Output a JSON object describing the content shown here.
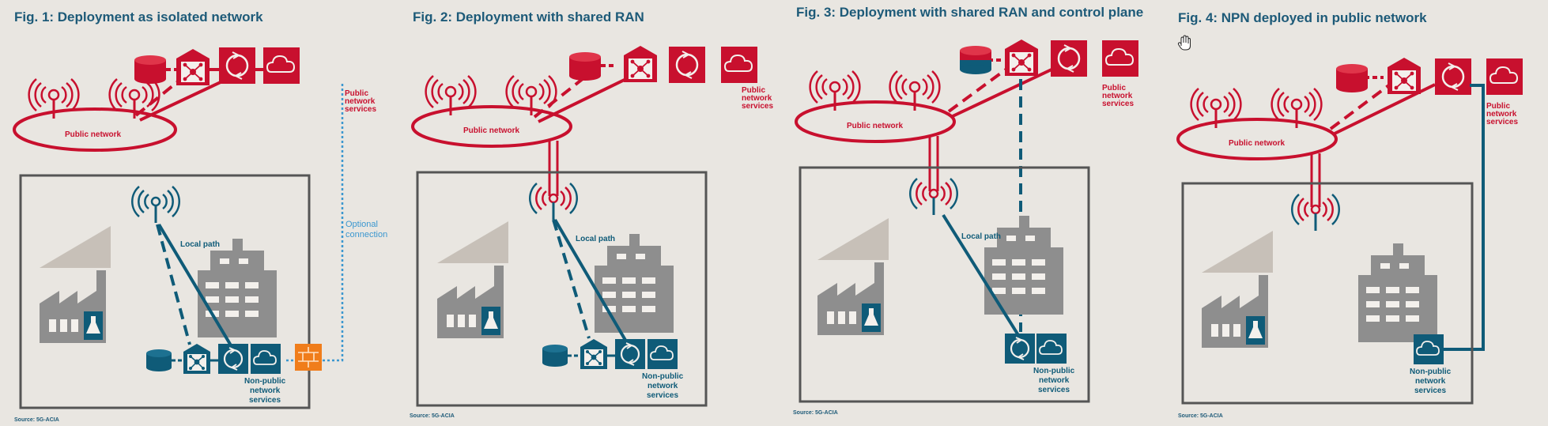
{
  "figures": [
    {
      "title": "Fig. 1: Deployment as isolated network",
      "public_network": "Public network",
      "public_services": [
        "Public",
        "network",
        "services"
      ],
      "local_path": "Local path",
      "optional_connection": [
        "Optional",
        "connection"
      ],
      "npn_services": [
        "Non-public",
        "network",
        "services"
      ],
      "source": "Source: 5G-ACIA"
    },
    {
      "title": "Fig. 2: Deployment with shared RAN",
      "public_network": "Public network",
      "public_services": [
        "Public",
        "network",
        "services"
      ],
      "local_path": "Local path",
      "npn_services": [
        "Non-public",
        "network",
        "services"
      ],
      "source": "Source: 5G-ACIA"
    },
    {
      "title": "Fig. 3: Deployment with shared RAN and control plane",
      "public_network": "Public network",
      "public_services": [
        "Public",
        "network",
        "services"
      ],
      "local_path": "Local path",
      "npn_services": [
        "Non-public",
        "network",
        "services"
      ],
      "source": "Source: 5G-ACIA"
    },
    {
      "title": "Fig. 4: NPN deployed in public network",
      "public_network": "Public network",
      "public_services": [
        "Public",
        "network",
        "services"
      ],
      "npn_services": [
        "Non-public",
        "network",
        "services"
      ],
      "source": "Source: 5G-ACIA"
    }
  ],
  "icons": [
    "antenna-icon",
    "database-icon",
    "network-function-icon",
    "user-plane-icon",
    "cloud-icon",
    "factory-icon",
    "office-building-icon",
    "firewall-icon",
    "hand-cursor-icon"
  ],
  "colors": {
    "public": "#c8102e",
    "non_public": "#0f5b78",
    "optional": "#3b97cf",
    "building": "#8e8e8e",
    "firewall": "#f07d1b",
    "background": "#e9e6e1"
  }
}
